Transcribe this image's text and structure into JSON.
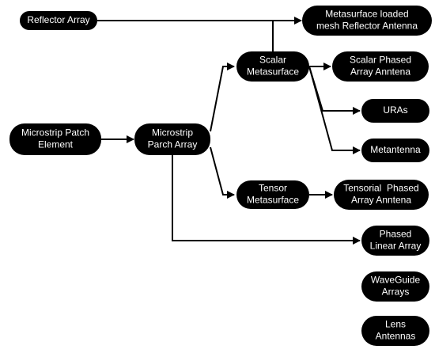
{
  "diagram": {
    "nodes": {
      "reflector_array": [
        "Reflector Array"
      ],
      "metasurface_loaded": [
        "Metasurface loaded",
        "mesh Reflector Antenna"
      ],
      "scalar_metasurface": [
        "Scalar",
        "Metasurface"
      ],
      "scalar_phased": [
        "Scalar Phased",
        "Array Anntena"
      ],
      "microstrip_patch": [
        "Microstrip Patch",
        "Element"
      ],
      "microstrip_parch_array": [
        "Microstrip",
        "Parch Array"
      ],
      "uras": [
        "URAs"
      ],
      "metantenna": [
        "Metantenna"
      ],
      "tensor_metasurface": [
        "Tensor",
        "Metasurface"
      ],
      "tensorial_phased": [
        "Tensorial  Phased",
        "Array Anntena"
      ],
      "phased_linear": [
        "Phased",
        "Linear Array"
      ],
      "waveguide_arrays": [
        "WaveGuide",
        "Arrays"
      ],
      "lens_antennas": [
        "Lens",
        "Antennas"
      ]
    },
    "colors": {
      "node_fill": "#000000",
      "node_text": "#ffffff",
      "edge": "#000000",
      "background": "#ffffff"
    }
  }
}
